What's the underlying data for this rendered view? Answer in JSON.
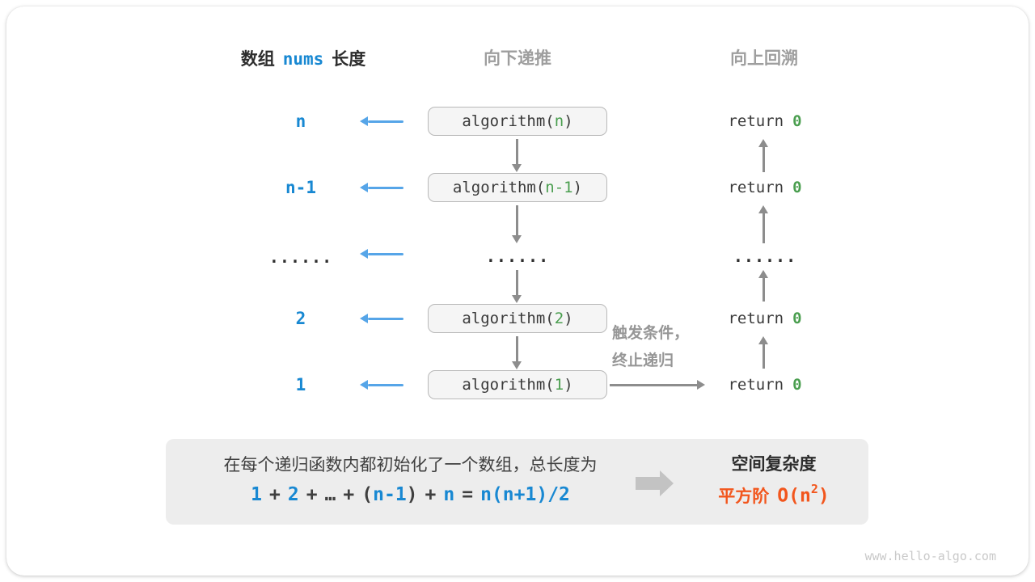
{
  "headers": {
    "array_pre": "数组",
    "array_code": "nums",
    "array_post": "长度",
    "recurse_down": "向下递推",
    "backtrack_up": "向上回溯"
  },
  "left_labels": {
    "r1": "n",
    "r2": "n-1",
    "dots": "......",
    "r4": "2",
    "r5": "1"
  },
  "calls": {
    "pre": "algorithm(",
    "post": ")",
    "r1": "n",
    "r2": "n-1",
    "dots": "......",
    "r4": "2",
    "r5": "1"
  },
  "returns": {
    "pre": "return",
    "val": "0",
    "dots": "......"
  },
  "trigger": {
    "line1": "触发条件，",
    "line2": "终止递归"
  },
  "summary": {
    "line1": "在每个递归函数内都初始化了一个数组，总长度为",
    "formula": {
      "t1": "1",
      "op1": "+",
      "t2": "2",
      "op2": "+",
      "dots": "…",
      "op3": "+",
      "lp": "(",
      "t3": "n-1",
      "rp": ")",
      "op4": "+",
      "t4": "n",
      "eq": "=",
      "t5": "n(n+1)/2"
    },
    "result_title": "空间复杂度",
    "result_label": "平方阶",
    "result_o_pre": "O(n",
    "result_sup": "2",
    "result_o_post": ")"
  },
  "watermark": "www.hello-algo.com",
  "colors": {
    "accent_blue": "#1888d2",
    "arrow_blue": "#56a5e8",
    "code_green": "#4a9e4f",
    "arrow_gray": "#8d8d8d",
    "label_gray": "#9e9e9e",
    "orange": "#f2561d",
    "box_fill": "#f5f5f5",
    "summary_fill": "#ededed"
  }
}
